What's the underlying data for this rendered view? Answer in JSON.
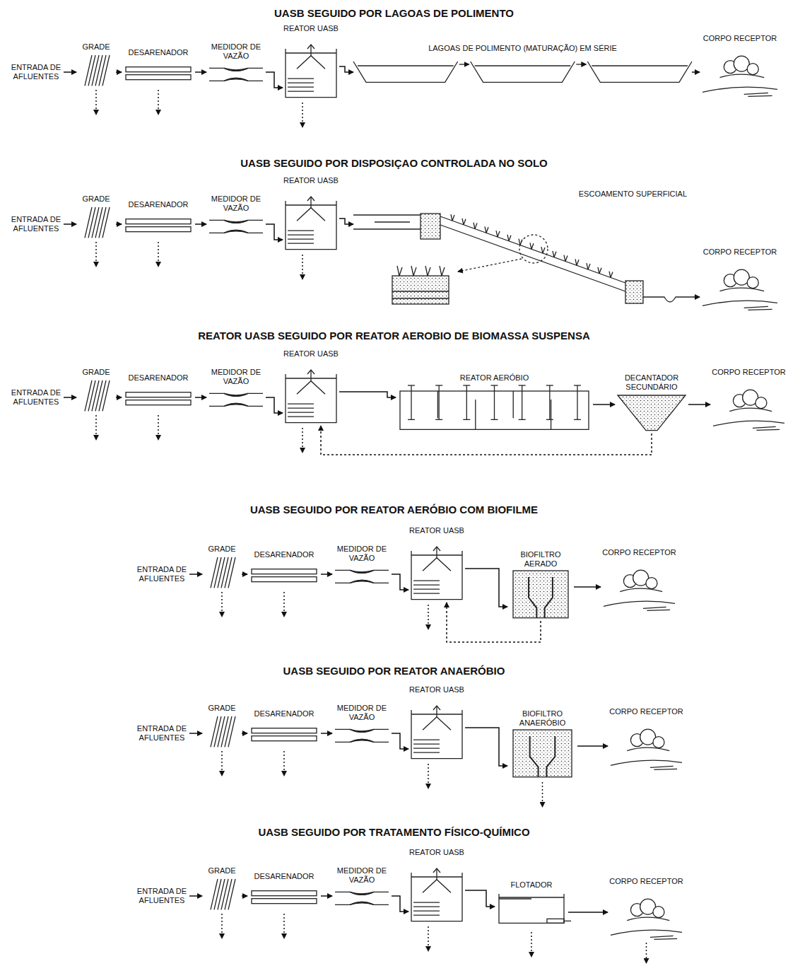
{
  "diagram": {
    "nodes": [
      {
        "text": [
          "ENTRADA DE AFLUENTES"
        ]
      },
      {
        "text": [
          "GRADE"
        ]
      },
      {
        "text": [
          "DESARENADOR"
        ]
      },
      {
        "text": [
          "MEDIDOR DE VAZÃO"
        ]
      },
      {
        "text": [
          "REATOR UASB"
        ]
      },
      {
        "text": [
          "LAGOAS DE POLIMENTO (MATURAÇÃO) EM SÉRIE"
        ]
      },
      {
        "text": [
          "CORPO RECEPTOR"
        ]
      },
      {
        "text": [
          "ENTRADA DE AFLUENTES"
        ]
      },
      {
        "text": [
          "GRADE"
        ]
      },
      {
        "text": [
          "DESARENADOR"
        ]
      },
      {
        "text": [
          "MEDIDOR DE VAZÃO"
        ]
      },
      {
        "text": [
          "REATOR UASB"
        ]
      },
      {
        "text": [
          "ESCOAMENTO SUPERFICIAL"
        ]
      },
      {
        "text": [
          "CORPO RECEPTOR"
        ]
      },
      {
        "text": [
          "ENTRADA DE AFLUENTES"
        ]
      },
      {
        "text": [
          "GRADE"
        ]
      },
      {
        "text": [
          "DESARENADOR"
        ]
      },
      {
        "text": [
          "MEDIDOR DE VAZÃO"
        ]
      },
      {
        "text": [
          "REATOR UASB"
        ]
      },
      {
        "text": [
          "REATOR AERÓBIO"
        ]
      },
      {
        "text": [
          "DECANTADOR SECUNDÁRIO"
        ]
      },
      {
        "text": [
          "CORPO RECEPTOR"
        ]
      },
      {
        "text": [
          "ENTRADA DE AFLUENTES"
        ]
      },
      {
        "text": [
          "GRADE"
        ]
      },
      {
        "text": [
          "DESARENADOR"
        ]
      },
      {
        "text": [
          "MEDIDOR DE VAZÃO"
        ]
      },
      {
        "text": [
          "REATOR UASB"
        ]
      },
      {
        "text": [
          "BIOFILTRO AERADO"
        ]
      },
      {
        "text": [
          "CORPO RECEPTOR"
        ]
      },
      {
        "text": [
          "ENTRADA DE AFLUENTES"
        ]
      },
      {
        "text": [
          "GRADE"
        ]
      },
      {
        "text": [
          "DESARENADOR"
        ]
      },
      {
        "text": [
          "MEDIDOR DE VAZÃO"
        ]
      },
      {
        "text": [
          "REATOR UASB"
        ]
      },
      {
        "text": [
          "BIOFILTRO ANAERÓBIO"
        ]
      },
      {
        "text": [
          "CORPO RECEPTOR"
        ]
      },
      {
        "text": [
          "ENTRADA DE AFLUENTES"
        ]
      },
      {
        "text": [
          "GRADE"
        ]
      },
      {
        "text": [
          "DESARENADOR"
        ]
      },
      {
        "text": [
          "MEDIDOR DE VAZÃO"
        ]
      },
      {
        "text": [
          "REATOR UASB"
        ]
      },
      {
        "text": [
          "FLOTADOR"
        ]
      },
      {
        "text": [
          "CORPO RECEPTOR"
        ]
      }
    ],
    "edges": [
      {
        "from": 0,
        "to": 1,
        "arrow": "to"
      },
      {
        "from": 1,
        "to": 2,
        "arrow": "to"
      },
      {
        "from": 2,
        "to": 3,
        "arrow": "to"
      },
      {
        "from": 3,
        "to": 4,
        "arrow": "to"
      },
      {
        "from": 4,
        "to": 5,
        "arrow": "to"
      },
      {
        "from": 5,
        "to": 6,
        "arrow": "to"
      },
      {
        "from": 7,
        "to": 8,
        "arrow": "to"
      },
      {
        "from": 8,
        "to": 9,
        "arrow": "to"
      },
      {
        "from": 9,
        "to": 10,
        "arrow": "to"
      },
      {
        "from": 10,
        "to": 11,
        "arrow": "to"
      },
      {
        "from": 11,
        "to": 12,
        "arrow": "to"
      },
      {
        "from": 12,
        "to": 13,
        "arrow": "to"
      },
      {
        "from": 14,
        "to": 15,
        "arrow": "to"
      },
      {
        "from": 15,
        "to": 16,
        "arrow": "to"
      },
      {
        "from": 16,
        "to": 17,
        "arrow": "to"
      },
      {
        "from": 17,
        "to": 18,
        "arrow": "to"
      },
      {
        "from": 18,
        "to": 19,
        "arrow": "to"
      },
      {
        "from": 19,
        "to": 20,
        "arrow": "to"
      },
      {
        "from": 20,
        "to": 21,
        "arrow": "to"
      },
      {
        "from": 20,
        "to": 18,
        "arrow": "to"
      },
      {
        "from": 22,
        "to": 23,
        "arrow": "to"
      },
      {
        "from": 23,
        "to": 24,
        "arrow": "to"
      },
      {
        "from": 24,
        "to": 25,
        "arrow": "to"
      },
      {
        "from": 25,
        "to": 26,
        "arrow": "to"
      },
      {
        "from": 26,
        "to": 27,
        "arrow": "to"
      },
      {
        "from": 27,
        "to": 28,
        "arrow": "to"
      },
      {
        "from": 27,
        "to": 26,
        "arrow": "to"
      },
      {
        "from": 29,
        "to": 30,
        "arrow": "to"
      },
      {
        "from": 30,
        "to": 31,
        "arrow": "to"
      },
      {
        "from": 31,
        "to": 32,
        "arrow": "to"
      },
      {
        "from": 32,
        "to": 33,
        "arrow": "to"
      },
      {
        "from": 33,
        "to": 34,
        "arrow": "to"
      },
      {
        "from": 34,
        "to": 35,
        "arrow": "to"
      },
      {
        "from": 36,
        "to": 37,
        "arrow": "to"
      },
      {
        "from": 37,
        "to": 38,
        "arrow": "to"
      },
      {
        "from": 38,
        "to": 39,
        "arrow": "to"
      },
      {
        "from": 39,
        "to": 40,
        "arrow": "to"
      },
      {
        "from": 40,
        "to": 41,
        "arrow": "to"
      },
      {
        "from": 41,
        "to": 42,
        "arrow": "to"
      }
    ],
    "labels": [
      "UASB SEGUIDO POR LAGOAS DE POLIMENTO",
      "UASB SEGUIDO POR DISPOSIÇAO CONTROLADA NO SOLO",
      "REATOR UASB SEGUIDO POR REATOR AEROBIO DE BIOMASSA SUSPENSA",
      "UASB SEGUIDO POR REATOR AERÓBIO COM BIOFILME",
      "UASB SEGUIDO POR REATOR ANAERÓBIO",
      "UASB SEGUIDO POR TRATAMENTO FÍSICO-QUÍMICO"
    ]
  }
}
